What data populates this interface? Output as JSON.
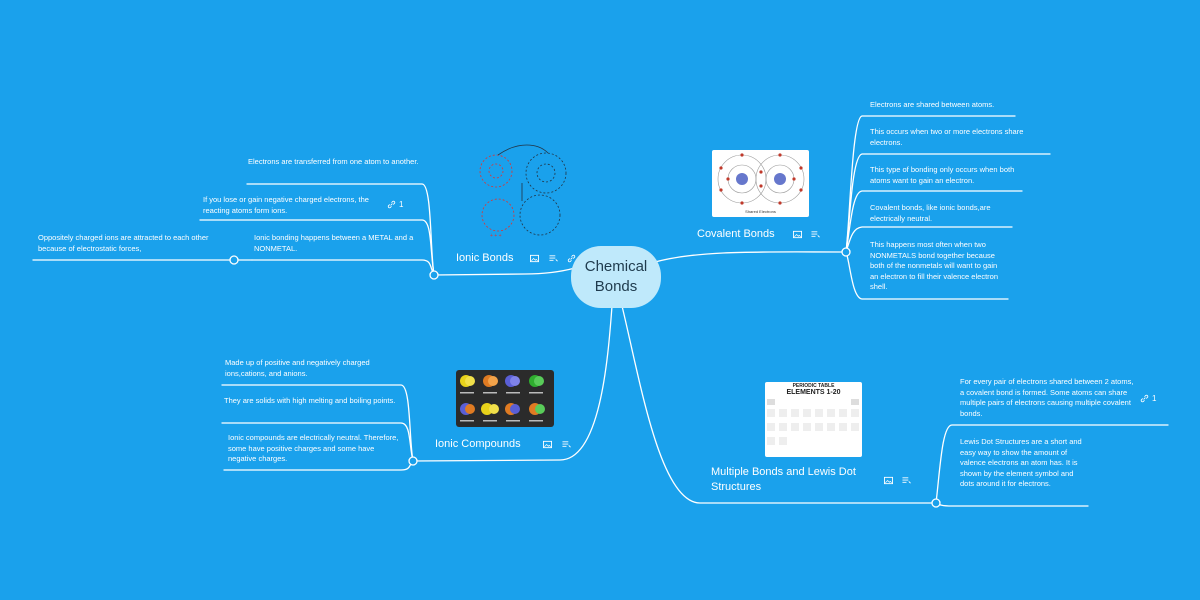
{
  "center": {
    "title": "Chemical Bonds"
  },
  "topics": {
    "ionic_bonds": {
      "label": "Ionic Bonds",
      "notes": {
        "transferred": "Electrons are transferred from one atom to another.",
        "lose_gain": "If you lose or gain negative charged electrons, the reacting atoms form ions.",
        "lose_gain_link_count": "1",
        "metal_nonmetal": "Ionic bonding happens between a METAL and a NONMETAL.",
        "opposite": "Oppositely charged ions are attracted to each other because of electrostatic forces,"
      }
    },
    "covalent_bonds": {
      "label": "Covalent Bonds",
      "image_caption": "Shared Electrons",
      "notes": {
        "shared": "Electrons are shared between atoms.",
        "two_or_more": "This occurs when two or more electrons share electrons.",
        "both_gain": "This type of bonding only occurs when both atoms want to gain an electron.",
        "neutral": "Covalent bonds, like ionic bonds,are electrically neutral.",
        "nonmetals": "This happens most often when two NONMETALS bond  together because both of the nonmetals will want to gain an electron to fill their valence electron shell."
      }
    },
    "ionic_compounds": {
      "label": "Ionic Compounds",
      "notes": {
        "made_up": "Made up of positive and negatively charged ions,cations, and anions.",
        "solids": "They are solids with high melting and boiling points.",
        "neutral": "Ionic compounds are electrically neutral. Therefore, some have positive charges and some have negative charges."
      }
    },
    "multiple_bonds": {
      "label": "Multiple Bonds and Lewis Dot Structures",
      "image_title_1": "PERIODIC TABLE",
      "image_title_2": "ELEMENTS 1-20",
      "notes": {
        "pair": "For every pair of electrons shared between 2 atoms, a covalent bond is formed. Some atoms can share multiple pairs of electrons causing multiple covalent bonds.",
        "pair_link_count": "1",
        "lewis": "Lewis Dot Structures are a short and easy way to show the amount of valence electrons an atom has. It is shown by the element symbol and dots around it for electrons."
      }
    }
  },
  "colors": {
    "background": "#1AA1EC",
    "center_fill": "#bfe9fb",
    "line": "#ffffff"
  },
  "icons": [
    "image-icon",
    "notes-icon",
    "link-icon"
  ]
}
